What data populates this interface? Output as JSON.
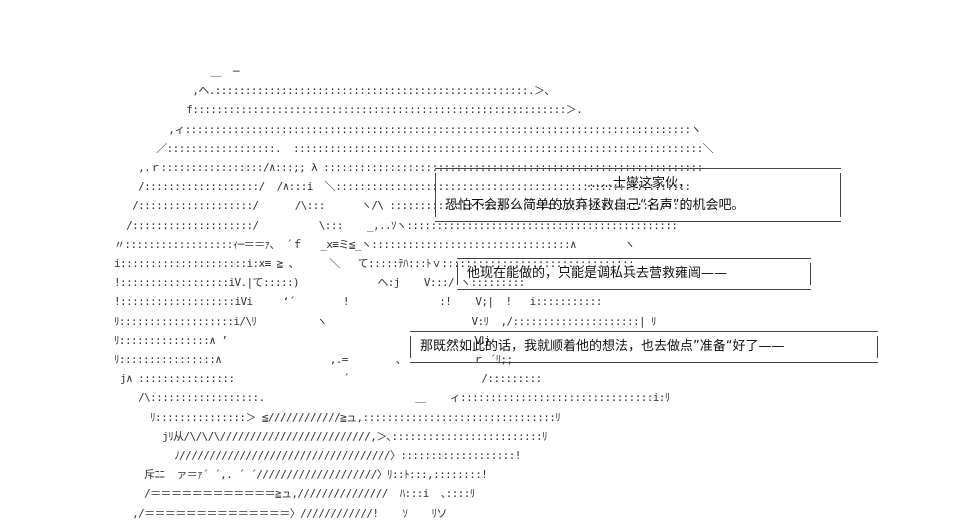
{
  "ascii_art": "                 ＿  ─     \n              ,ヘ.::::::::::::::::::::::::::::::::::::::::::::::::::::.＞、\n             f::::::::::::::::::::::::::::::::::::::::::::::::::::::::::::::＞.\n          ,ィ::::::::::::::::::::::::::::::::::::::::::::::::::::::::::::::::::::::::::::::::::::ヽ\n        ／::::::::::::::::::.  ::::::::::::::::::::::::::::::::::::::::::::::::::::::::::::::::::::＼\n     ,.ｒ:::::::::::::::::/∧:::;; λ :::::::::::::::::::::::::::::::::::::::::::::::::::::::::::::::\n     /:::::::::::::::::::/  /∧:::i  ＼:::::::::::::::::::::::::::::::::::::::::::::::::::::::::::\n    /:::::::::::::::::::/      /\\:::      ヽ/\\ ::::::::::::::::::::::::::::::::::::::::::::::::::\n   /::::::::::::::::::::/          \\:::    _,..ｿヽ:::::::::::::::::::::::::::::::::::::::::::::\n 〃::::::::::::::::::ｨ─＝＝ｧ、 ´ｆ   _x≡ミ≦_ヽ:::::::::::::::::::::::::::::::::∧        ヽ\n i:::::::::::::::::::::i:x≡ ≧ 、     ＼   て:::::ﾃﾊ:::ﾄｖ::::::::::::::::::::::::::::::::\n !::::::::::::::::::iV.|て:::::)             ヘ:j    V:::/ ヽ:::::::::\n !:::::::::::::::::::iVi     ‘´        !               :!    V;|  !   i:::::::::::\n ﾘ:::::::::::::::::::i/\\ﾘ          ヽ                        V:ﾘ  ,/:::::::::::::::::::::| ﾘ\n ﾘ:::::::::::::::∧ ’                                         Ⅵj\n ﾘ::::::::::::::::∧                  ,.=        ､            ｒ ´ﾘ;;\n  j∧ ::::::::::::::::                  ´                      /:::::::::\n     /\\::::::::::::::::::.                         ＿    ィ::::::::::::::::::::::::::::::::i:ﾘ\n       ﾘ:::::::::::::::＞ ≦////////////≧ュ,::::::::::::::::::::::::::::::::ﾘ\n         jﾘ从/\\/\\/\\/////////////////////////,＞､:::::::::::::::::::::::::ﾘ\n           ﾉ///////////////////////////////////〉:::::::::::::::::::!\n      斥ﾆﾆ  ァ＝ｧ´ ´,. ´ ´////////////////////〉ﾘ::ﾄ:::,::::::::!\n      /＝＝＝＝＝＝＝＝＝＝＝＝≧ュ,///////////////  ﾊ:::i  ､::::ﾘ\n    ,/＝＝＝＝＝＝＝＝＝＝＝＝＝＝〉////////////!    ｿ    ﾘソ",
  "bubbles": {
    "top": {
      "line1": "……士燮这家伙，",
      "line2": "恐怕不会那么简单的放弃拯救自己“名声”的机会吧。"
    },
    "middle": {
      "line1": "他现在能做的，只能是调私兵去营救雍闿——"
    },
    "bottom": {
      "line1": "那既然如此的话，我就顺着他的想法，也去做点”准备“好了——"
    }
  },
  "colors": {
    "background": "#ffffff",
    "text": "#111111",
    "border": "#444444"
  }
}
